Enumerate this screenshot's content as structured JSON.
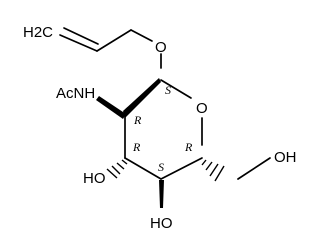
{
  "molecule": {
    "atoms": {
      "alkene_ch2": "H2C",
      "glycosidic_oxygen": "O",
      "acetamido": "AcNH",
      "ring_oxygen": "O",
      "hydroxyl_c3": "HO",
      "hydroxyl_c4": "HO",
      "hydroxyl_c6": "OH"
    },
    "stereo": {
      "c1": "S",
      "c2": "R",
      "c3": "R",
      "c4": "S",
      "c5": "R"
    }
  }
}
